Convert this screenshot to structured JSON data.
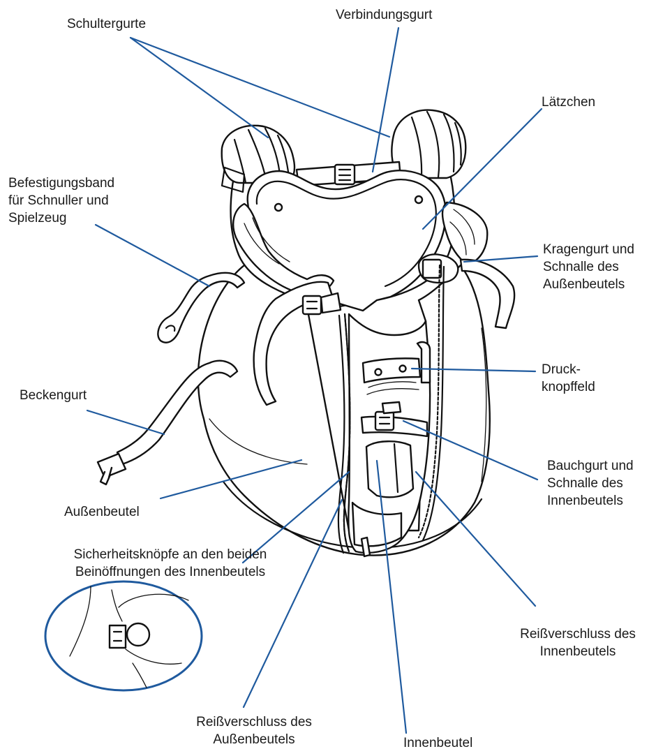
{
  "labels": {
    "schultergurte": "Schultergurte",
    "verbindungsgurt": "Verbindungsgurt",
    "laetzchen": "Lätzchen",
    "befestigungsband": [
      "Befestigungsband",
      "für Schnuller und",
      "Spielzeug"
    ],
    "kragengurt": [
      "Kragengurt und",
      "Schnalle des",
      "Außenbeutels"
    ],
    "druckknopffeld": [
      "Druck-",
      "knopffeld"
    ],
    "beckengurt": "Beckengurt",
    "bauchgurt": [
      "Bauchgurt und",
      "Schnalle des",
      "Innenbeutels"
    ],
    "aussenbeutel": "Außenbeutel",
    "sicherheitsknoepfe": [
      "Sicherheitsknöpfe an den beiden",
      "Beinöffnungen des Innenbeutels"
    ],
    "reissverschluss_innen": [
      "Reißverschluss des",
      "Innenbeutels"
    ],
    "reissverschluss_aussen": [
      "Reißverschluss des",
      "Außenbeutels"
    ],
    "innenbeutel": "Innenbeutel"
  },
  "colors": {
    "leader_line": "#1f5a9e",
    "ink": "#111111",
    "background": "#ffffff"
  }
}
